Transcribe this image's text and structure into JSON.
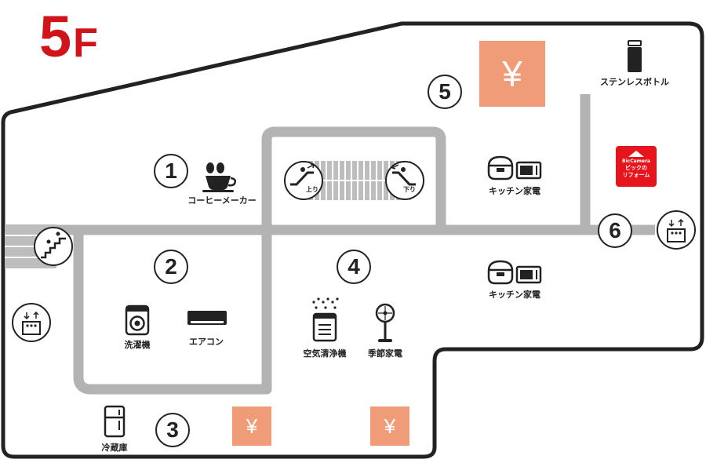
{
  "floor": {
    "number": "5",
    "suffix": "F"
  },
  "zones": [
    {
      "id": "1",
      "label": "1"
    },
    {
      "id": "2",
      "label": "2"
    },
    {
      "id": "3",
      "label": "3"
    },
    {
      "id": "4",
      "label": "4"
    },
    {
      "id": "5",
      "label": "5"
    },
    {
      "id": "6",
      "label": "6"
    }
  ],
  "departments": {
    "coffee_maker": "コーヒーメーカー",
    "washing_machine": "洗濯機",
    "air_conditioner": "エアコン",
    "refrigerator": "冷蔵庫",
    "air_purifier": "空気清浄機",
    "seasonal": "季節家電",
    "kitchen_top": "キッチン家電",
    "kitchen_bottom": "キッチン家電",
    "stainless_bottle": "ステンレスボトル"
  },
  "escalator": {
    "up_label": "上り",
    "down_label": "下り"
  },
  "cashier_symbol": "¥",
  "reform_logo": {
    "brand": "BicCamera",
    "line1": "ビックの",
    "line2": "リフォーム"
  },
  "colors": {
    "accent": "#d0141c",
    "cashier": "#f19c78",
    "path": "#b3b3b3",
    "wall": "#222222"
  },
  "icons": [
    "coffee-cup-icon",
    "washing-machine-icon",
    "air-conditioner-icon",
    "refrigerator-icon",
    "air-purifier-icon",
    "fan-icon",
    "rice-cooker-icon",
    "microwave-icon",
    "bottle-icon",
    "escalator-up-icon",
    "escalator-down-icon",
    "stairs-icon",
    "elevator-icon",
    "reform-logo-icon"
  ]
}
